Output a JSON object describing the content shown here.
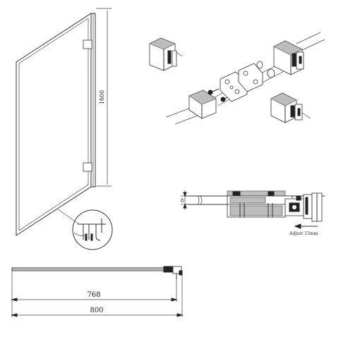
{
  "elevation": {
    "height_label": "1600"
  },
  "plan": {
    "inner_width_label": "768",
    "overall_width_label": "800"
  },
  "profile_section": {
    "thickness_label": "8",
    "adjust_label": "Adjust 15mm"
  },
  "colors": {
    "line": "#333333",
    "fill_gray": "#bdbdbd",
    "fill_dark": "#222222"
  }
}
